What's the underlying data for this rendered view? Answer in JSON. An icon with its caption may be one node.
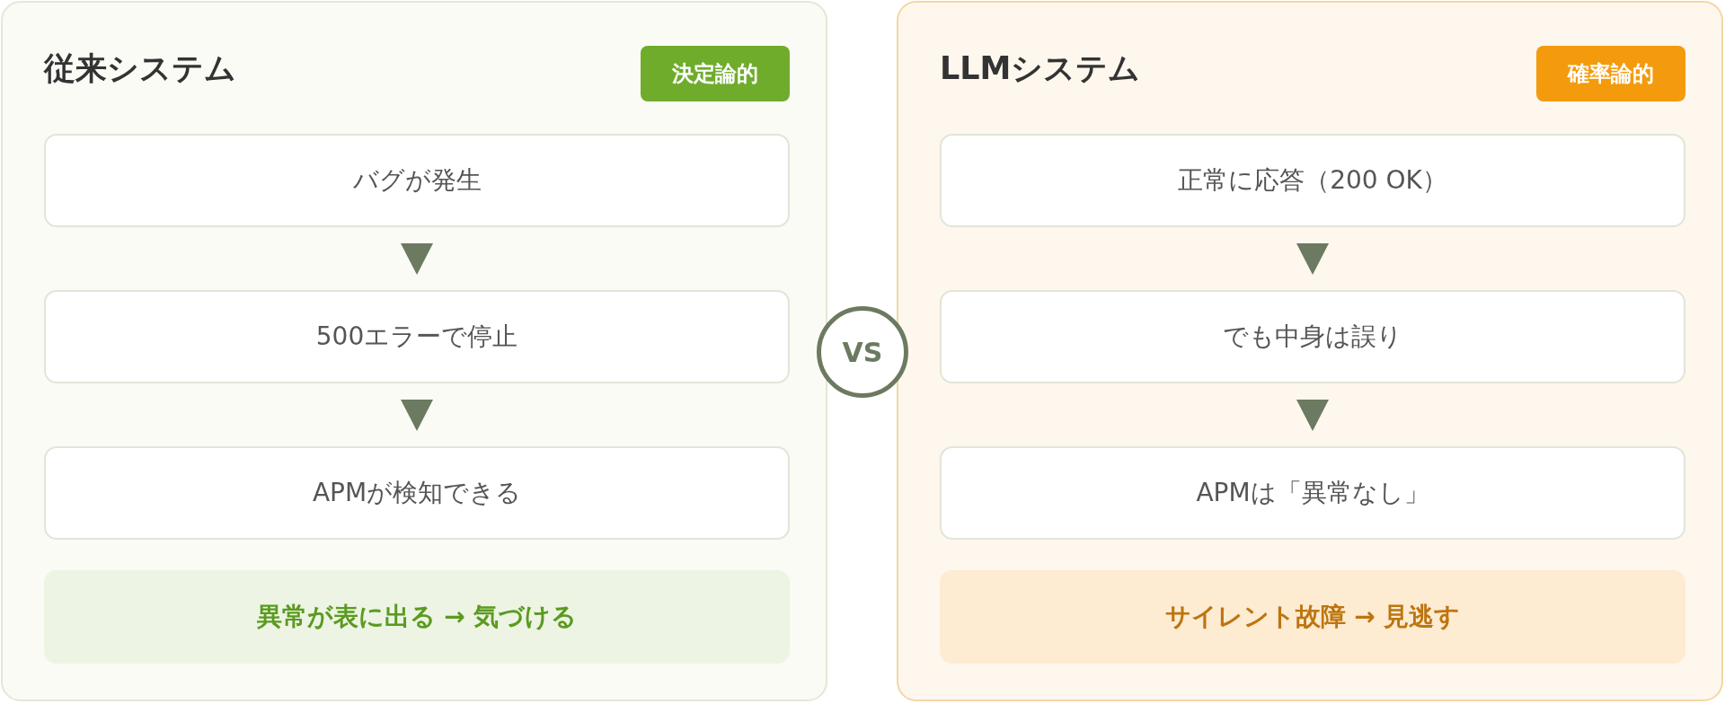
{
  "diagram": {
    "nodes": [
      {
        "text": [
          "従来システム"
        ]
      },
      {
        "text": [
          "決定論的"
        ],
        "in": 0
      },
      {
        "text": [
          "バグが発生"
        ],
        "in": 0
      },
      {
        "text": [
          "500エラーで停止"
        ],
        "in": 0
      },
      {
        "text": [
          "APMが検知できる"
        ],
        "in": 0
      },
      {
        "text": [
          "異常が表に出る → 気づける"
        ],
        "in": 0
      },
      {
        "text": [
          "VS"
        ]
      },
      {
        "text": [
          "LLMシステム"
        ]
      },
      {
        "text": [
          "確率論的"
        ],
        "in": 7
      },
      {
        "text": [
          "正常に応答（200 OK）"
        ],
        "in": 7
      },
      {
        "text": [
          "でも中身は誤り"
        ],
        "in": 7
      },
      {
        "text": [
          "APMは「異常なし」"
        ],
        "in": 7
      },
      {
        "text": [
          "サイレント故障 → 見逃す"
        ],
        "in": 7
      }
    ],
    "edges": [
      {
        "from": 2,
        "to": 3,
        "arrow": "to"
      },
      {
        "from": 3,
        "to": 4,
        "arrow": "to"
      },
      {
        "from": 9,
        "to": 10,
        "arrow": "to"
      },
      {
        "from": 10,
        "to": 11,
        "arrow": "to"
      }
    ]
  }
}
